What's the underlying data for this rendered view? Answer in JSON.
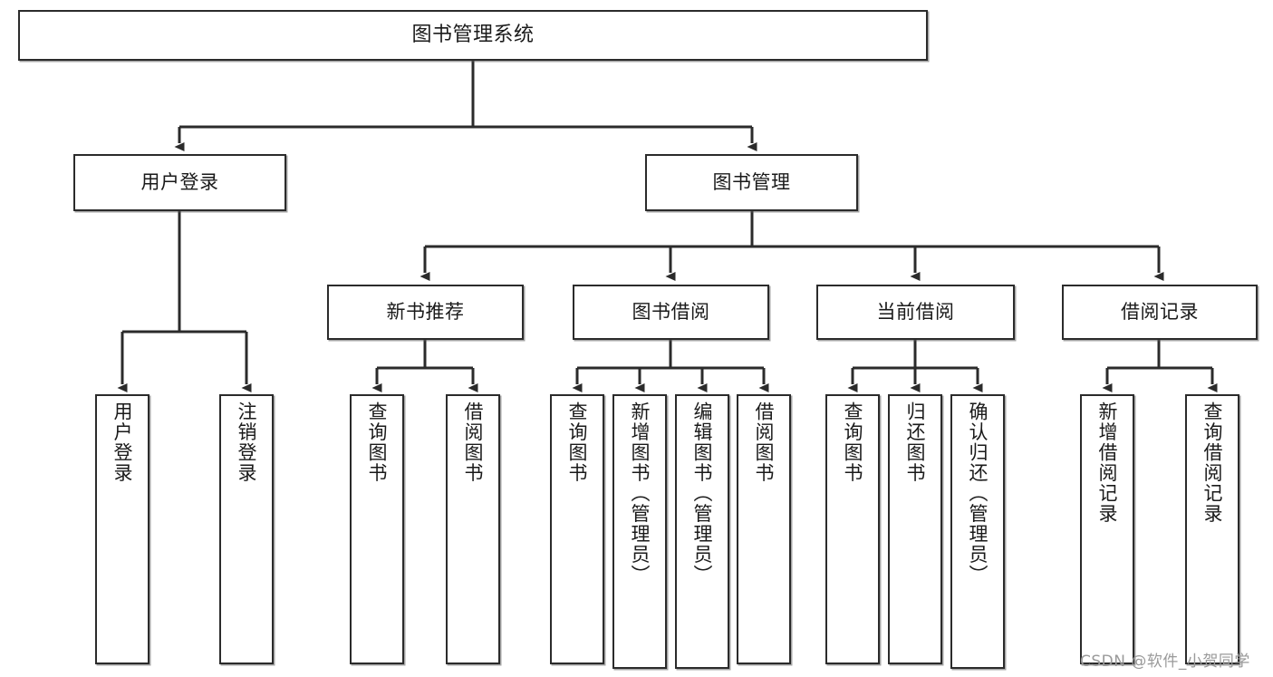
{
  "diagram": {
    "title": "图书管理系统",
    "type": "tree-hierarchy",
    "watermark": "CSDN @软件_小贺同学",
    "colors": {
      "box_border": "#2b2b2b",
      "box_fill": "#ffffff",
      "connector": "#2b2b2b",
      "text": "#1a1a1a",
      "watermark": "#9a9a9a",
      "background": "#ffffff"
    },
    "root": {
      "label": "图书管理系统"
    },
    "level1": [
      {
        "label": "用户登录"
      },
      {
        "label": "图书管理"
      }
    ],
    "level2": [
      {
        "label": "新书推荐"
      },
      {
        "label": "图书借阅"
      },
      {
        "label": "当前借阅"
      },
      {
        "label": "借阅记录"
      }
    ],
    "leaves": {
      "user_login": [
        {
          "label": "用户登录"
        },
        {
          "label": "注销登录"
        }
      ],
      "new_book_recommend": [
        {
          "label": "查询图书"
        },
        {
          "label": "借阅图书"
        }
      ],
      "book_borrow": [
        {
          "label": "查询图书"
        },
        {
          "label": "新增图书（管理员）"
        },
        {
          "label": "编辑图书（管理员）"
        },
        {
          "label": "借阅图书"
        }
      ],
      "current_borrow": [
        {
          "label": "查询图书"
        },
        {
          "label": "归还图书"
        },
        {
          "label": "确认归还（管理员）"
        }
      ],
      "borrow_record": [
        {
          "label": "新增借阅记录"
        },
        {
          "label": "查询借阅记录"
        }
      ]
    }
  }
}
